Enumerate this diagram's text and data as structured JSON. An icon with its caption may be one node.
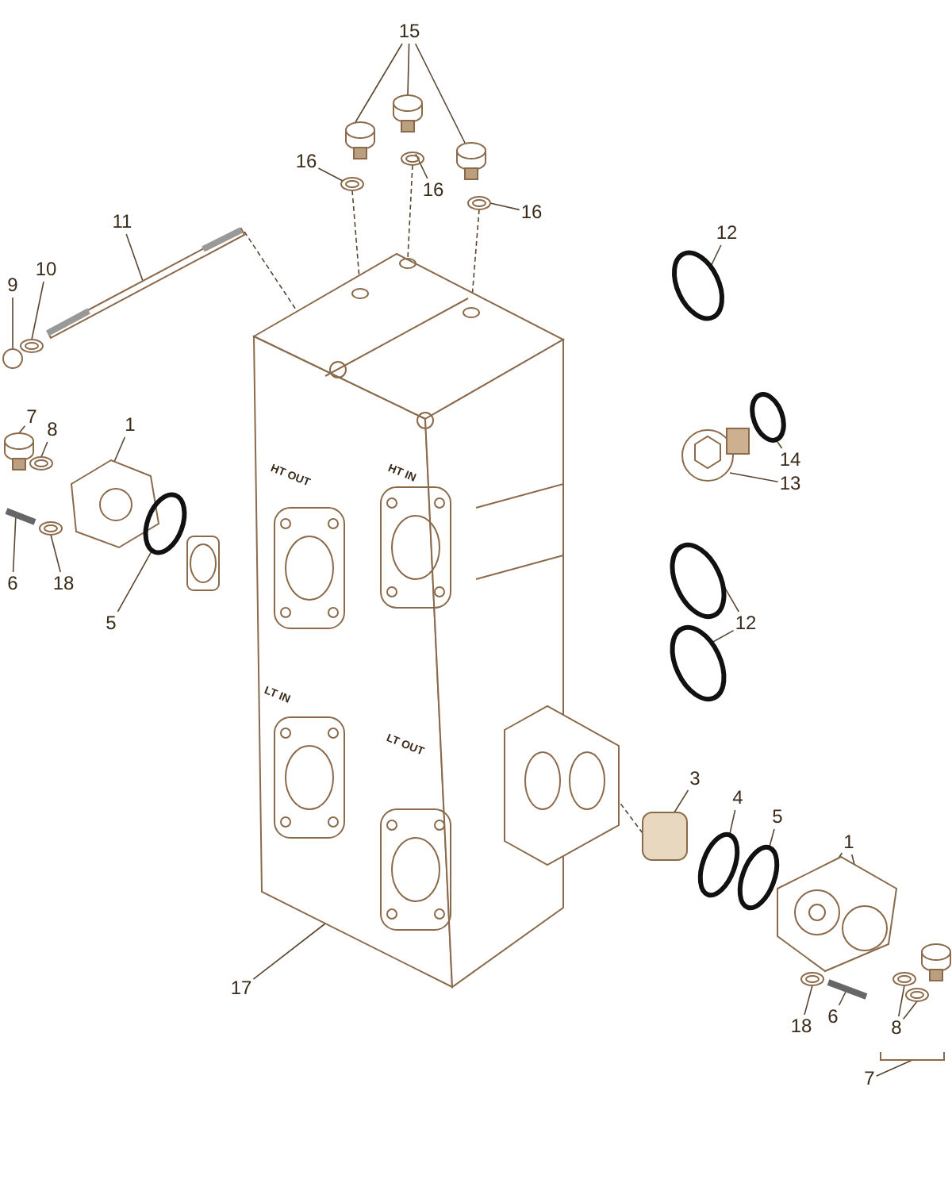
{
  "diagram": {
    "nodes": [
      {
        "text": [
          "15"
        ]
      },
      {
        "text": [
          "16"
        ]
      },
      {
        "text": [
          "16"
        ]
      },
      {
        "text": [
          "16"
        ]
      },
      {
        "text": [
          "12"
        ]
      },
      {
        "text": [
          "11"
        ]
      },
      {
        "text": [
          "10"
        ]
      },
      {
        "text": [
          "9"
        ]
      },
      {
        "text": [
          "7"
        ]
      },
      {
        "text": [
          "8"
        ]
      },
      {
        "text": [
          "1"
        ]
      },
      {
        "text": [
          "14"
        ]
      },
      {
        "text": [
          "13"
        ]
      },
      {
        "text": [
          "6"
        ]
      },
      {
        "text": [
          "18"
        ]
      },
      {
        "text": [
          "5"
        ]
      },
      {
        "text": [
          "12"
        ]
      },
      {
        "text": [
          "3"
        ]
      },
      {
        "text": [
          "4"
        ]
      },
      {
        "text": [
          "5"
        ]
      },
      {
        "text": [
          "1"
        ]
      },
      {
        "text": [
          "17"
        ]
      },
      {
        "text": [
          "18"
        ]
      },
      {
        "text": [
          "6"
        ]
      },
      {
        "text": [
          "8"
        ]
      },
      {
        "text": [
          "7"
        ]
      },
      {
        "text": [],
        "shape": "picture"
      },
      {
        "text": [],
        "shape": "picture"
      },
      {
        "text": [],
        "shape": "picture"
      },
      {
        "text": [],
        "shape": "picture"
      },
      {
        "text": [],
        "shape": "picture"
      },
      {
        "text": [],
        "shape": "picture"
      },
      {
        "text": [],
        "shape": "picture"
      },
      {
        "text": [],
        "shape": "circle"
      },
      {
        "text": [],
        "shape": "bar"
      },
      {
        "text": [],
        "shape": "picture"
      },
      {
        "text": [],
        "shape": "circle"
      },
      {
        "text": [],
        "shape": "picture"
      },
      {
        "text": [],
        "shape": "picture"
      },
      {
        "text": [],
        "shape": "picture"
      },
      {
        "text": [],
        "shape": "circle"
      },
      {
        "text": [],
        "shape": "picture"
      },
      {
        "text": [],
        "shape": "picture"
      },
      {
        "text": [],
        "shape": "picture"
      },
      {
        "text": [],
        "shape": "picture"
      },
      {
        "text": [],
        "shape": "circle"
      },
      {
        "text": [],
        "shape": "circle"
      },
      {
        "text": [],
        "shape": "circle"
      },
      {
        "text": [],
        "shape": "cylinder"
      },
      {
        "text": [],
        "shape": "circle"
      },
      {
        "text": [],
        "shape": "circle"
      },
      {
        "text": [],
        "shape": "picture"
      },
      {
        "text": [],
        "shape": "picture"
      },
      {
        "text": [],
        "shape": "picture"
      },
      {
        "text": [],
        "shape": "bracket"
      },
      {
        "text": [],
        "shape": "picture"
      },
      {
        "text": [],
        "shape": "picture"
      },
      {
        "text": [],
        "shape": "picture"
      }
    ],
    "edges": [
      {
        "from": 0,
        "to": 27,
        "arrow": "none"
      },
      {
        "from": 0,
        "to": 28,
        "arrow": "none"
      },
      {
        "from": 0,
        "to": 29,
        "arrow": "none"
      },
      {
        "from": 1,
        "to": 30,
        "arrow": "none"
      },
      {
        "from": 2,
        "to": 31,
        "arrow": "none"
      },
      {
        "from": 3,
        "to": 32,
        "arrow": "none"
      },
      {
        "from": 4,
        "to": 33,
        "arrow": "none"
      },
      {
        "from": 5,
        "to": 34,
        "arrow": "none"
      },
      {
        "from": 6,
        "to": 35,
        "arrow": "none"
      },
      {
        "from": 7,
        "to": 36,
        "arrow": "none"
      },
      {
        "from": 8,
        "to": 37,
        "arrow": "none"
      },
      {
        "from": 9,
        "to": 38,
        "arrow": "none"
      },
      {
        "from": 10,
        "to": 39,
        "arrow": "none"
      },
      {
        "from": 11,
        "to": 45,
        "arrow": "none"
      },
      {
        "from": 12,
        "to": 44,
        "arrow": "none"
      },
      {
        "from": 13,
        "to": 42,
        "arrow": "none"
      },
      {
        "from": 14,
        "to": 43,
        "arrow": "none"
      },
      {
        "from": 15,
        "to": 40,
        "arrow": "none"
      },
      {
        "from": 16,
        "to": 46,
        "arrow": "none"
      },
      {
        "from": 16,
        "to": 47,
        "arrow": "none"
      },
      {
        "from": 17,
        "to": 48,
        "arrow": "none"
      },
      {
        "from": 18,
        "to": 49,
        "arrow": "none"
      },
      {
        "from": 19,
        "to": 50,
        "arrow": "none"
      },
      {
        "from": 20,
        "to": 51,
        "arrow": "none"
      },
      {
        "from": 20,
        "to": 51,
        "arrow": "none"
      },
      {
        "from": 21,
        "to": 26,
        "arrow": "none"
      },
      {
        "from": 22,
        "to": 52,
        "arrow": "none"
      },
      {
        "from": 23,
        "to": 53,
        "arrow": "none"
      },
      {
        "from": 24,
        "to": 55,
        "arrow": "none"
      },
      {
        "from": 24,
        "to": 56,
        "arrow": "none"
      },
      {
        "from": 25,
        "to": 54,
        "arrow": "none"
      },
      {
        "from": 30,
        "to": 26,
        "arrow": "none",
        "style": "dashed"
      },
      {
        "from": 31,
        "to": 26,
        "arrow": "none",
        "style": "dashed"
      },
      {
        "from": 32,
        "to": 26,
        "arrow": "none",
        "style": "dashed"
      },
      {
        "from": 34,
        "to": 26,
        "arrow": "none",
        "style": "dashed"
      },
      {
        "from": 48,
        "to": 26,
        "arrow": "none",
        "style": "dashed"
      }
    ],
    "labels": [
      "HT OUT",
      "HT IN",
      "LT IN",
      "LT OUT"
    ]
  }
}
